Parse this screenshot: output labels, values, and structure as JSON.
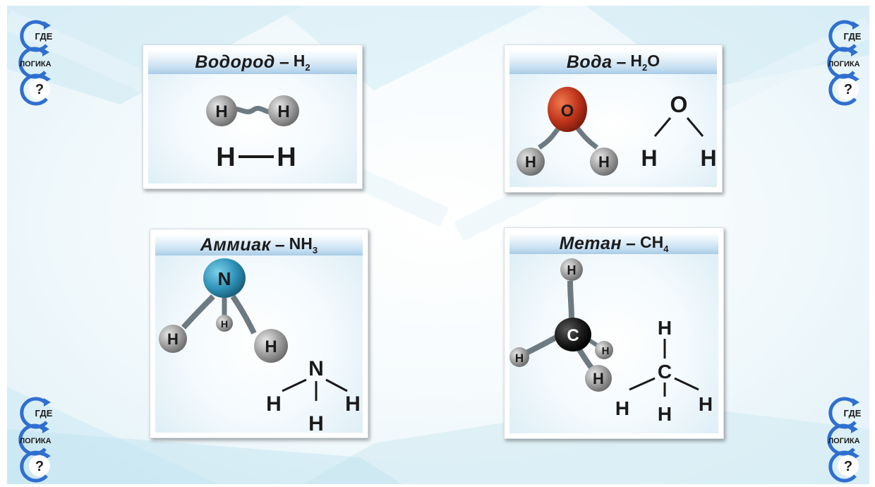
{
  "logo": {
    "line1": "ГДЕ",
    "line2": "ЛОГИКА",
    "line3": "?"
  },
  "cards": [
    {
      "name": "Водород",
      "formula": "H",
      "subscript": "2"
    },
    {
      "name": "Вода",
      "formula": "H",
      "subscript": "2",
      "formula_tail": "O"
    },
    {
      "name": "Аммиак",
      "formula": "NH",
      "subscript": "3"
    },
    {
      "name": "Метан",
      "formula": "CH",
      "subscript": "4"
    }
  ],
  "atoms": {
    "H": "H",
    "O": "O",
    "N": "N",
    "C": "C"
  },
  "colors": {
    "hydrogen": "#9a9a9a",
    "oxygen": "#c0341a",
    "nitrogen": "#2f93b9",
    "carbon": "#1a1a1a",
    "logo_blue": "#2f6fd0",
    "title_bar": "#b7d5ec"
  }
}
